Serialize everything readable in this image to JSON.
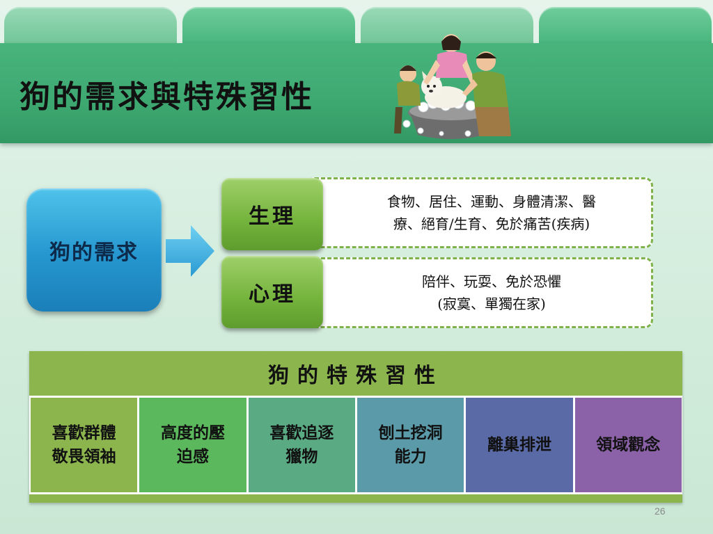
{
  "slide": {
    "title": "狗的需求與特殊習性",
    "page_number": "26"
  },
  "needs": {
    "label": "狗的需求",
    "items": [
      {
        "category": "生理",
        "lines": [
          "食物、居住、運動、身體清潔、醫",
          "療、絕育/生育、免於痛苦(疾病)"
        ]
      },
      {
        "category": "心理",
        "lines": [
          "陪伴、玩耍、免於恐懼",
          "(寂寞、單獨在家)"
        ]
      }
    ]
  },
  "traits": {
    "header": "狗的特殊習性",
    "items": [
      {
        "lines": [
          "喜歡群體",
          "敬畏領袖"
        ],
        "color": "#8cb54e"
      },
      {
        "lines": [
          "高度的壓",
          "迫感"
        ],
        "color": "#5cb85c"
      },
      {
        "lines": [
          "喜歡追逐",
          "獵物"
        ],
        "color": "#5aaa84"
      },
      {
        "lines": [
          "刨土挖洞",
          "能力"
        ],
        "color": "#5b9aa8"
      },
      {
        "lines": [
          "離巢排泄"
        ],
        "color": "#5a6aa6"
      },
      {
        "lines": [
          "領域觀念"
        ],
        "color": "#8b62a8"
      }
    ]
  },
  "illustration": {
    "name": "family-bathing-dog-illustration"
  },
  "colors": {
    "header_green": "#3ea871",
    "needs_blue": "#2596cf",
    "category_green": "#74b33c",
    "traits_bar": "#8cb54e"
  }
}
